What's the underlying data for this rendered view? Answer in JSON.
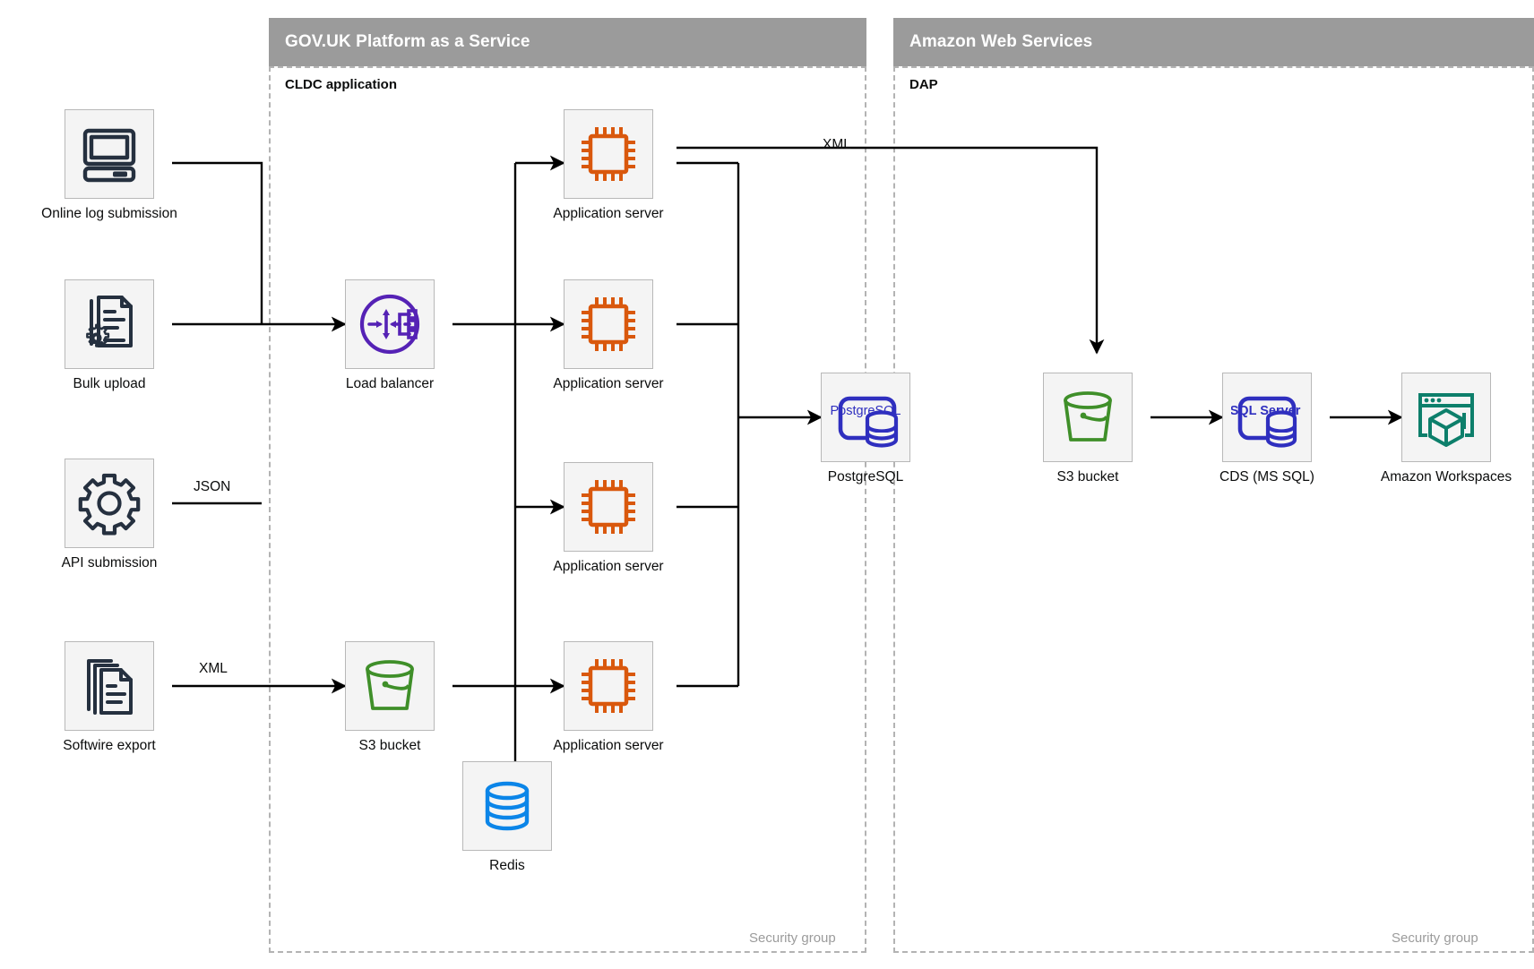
{
  "groups": [
    {
      "id": "paas",
      "title": "GOV.UK Platform as a Service",
      "sub_label": "CLDC application",
      "security_label": "Security group"
    },
    {
      "id": "aws",
      "title": "Amazon Web Services",
      "sub_label": "DAP",
      "security_label": "Security group"
    }
  ],
  "nodes": {
    "online_log": {
      "label": "Online log submission",
      "icon": "desktop-computer-icon"
    },
    "bulk_upload": {
      "label": "Bulk upload",
      "icon": "documents-gear-icon"
    },
    "api_submission": {
      "label": "API submission",
      "icon": "gear-icon"
    },
    "softwire_export": {
      "label": "Softwire export",
      "icon": "stacked-documents-icon"
    },
    "load_balancer": {
      "label": "Load balancer",
      "icon": "load-balancer-icon"
    },
    "s3_paas": {
      "label": "S3 bucket",
      "icon": "s3-bucket-icon"
    },
    "app1": {
      "label": "Application server",
      "icon": "cpu-chip-icon"
    },
    "app2": {
      "label": "Application server",
      "icon": "cpu-chip-icon"
    },
    "app3": {
      "label": "Application server",
      "icon": "cpu-chip-icon"
    },
    "app4": {
      "label": "Application server",
      "icon": "cpu-chip-icon"
    },
    "postgres": {
      "label": "PostgreSQL",
      "icon": "postgresql-icon",
      "icon_text": "PostgreSQL"
    },
    "redis": {
      "label": "Redis",
      "icon": "redis-database-icon"
    },
    "s3_aws": {
      "label": "S3 bucket",
      "icon": "s3-bucket-icon"
    },
    "cds": {
      "label": "CDS (MS SQL)",
      "icon": "sql-server-icon",
      "icon_text": "SQL Server"
    },
    "workspaces": {
      "label": "Amazon Workspaces",
      "icon": "amazon-workspaces-icon"
    }
  },
  "edge_labels": {
    "api_json": "JSON",
    "softwire_xml": "XML",
    "app_to_s3_xml": "XML"
  },
  "colors": {
    "banner": "#9b9b9b",
    "tile_bg": "#f4f4f4",
    "tile_border": "#b8b8b8",
    "dashed_border": "#b3b3b3",
    "dark_navy": "#25303f",
    "orange": "#d9580d",
    "purple": "#5522b5",
    "postgres_blue": "#2f2fbf",
    "green": "#3f8f29",
    "blue": "#0b85e8",
    "teal": "#0d7f6b",
    "line": "#000000",
    "muted_text": "#9b9b9b"
  }
}
